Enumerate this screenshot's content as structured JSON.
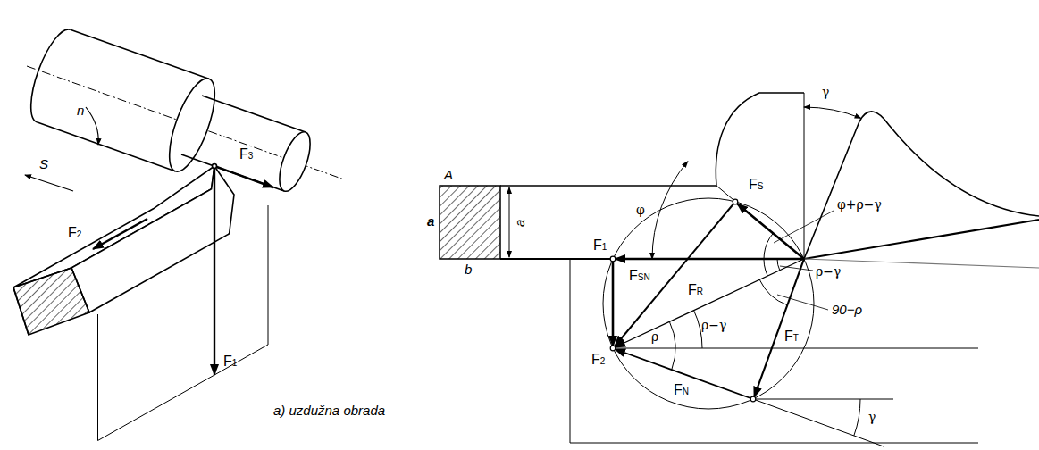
{
  "diagram": {
    "labels": [
      "n",
      "S",
      "F2",
      "F3",
      "F1",
      "a) uzdužna obrada",
      "γ",
      "A",
      "a",
      "a",
      "b",
      "φ",
      "FS",
      "φ+ρ−γ",
      "F1",
      "FSN",
      "FR",
      "ρ−γ",
      "90−ρ",
      "F2",
      "ρ",
      "ρ−γ",
      "FT",
      "FN",
      "γ"
    ]
  }
}
